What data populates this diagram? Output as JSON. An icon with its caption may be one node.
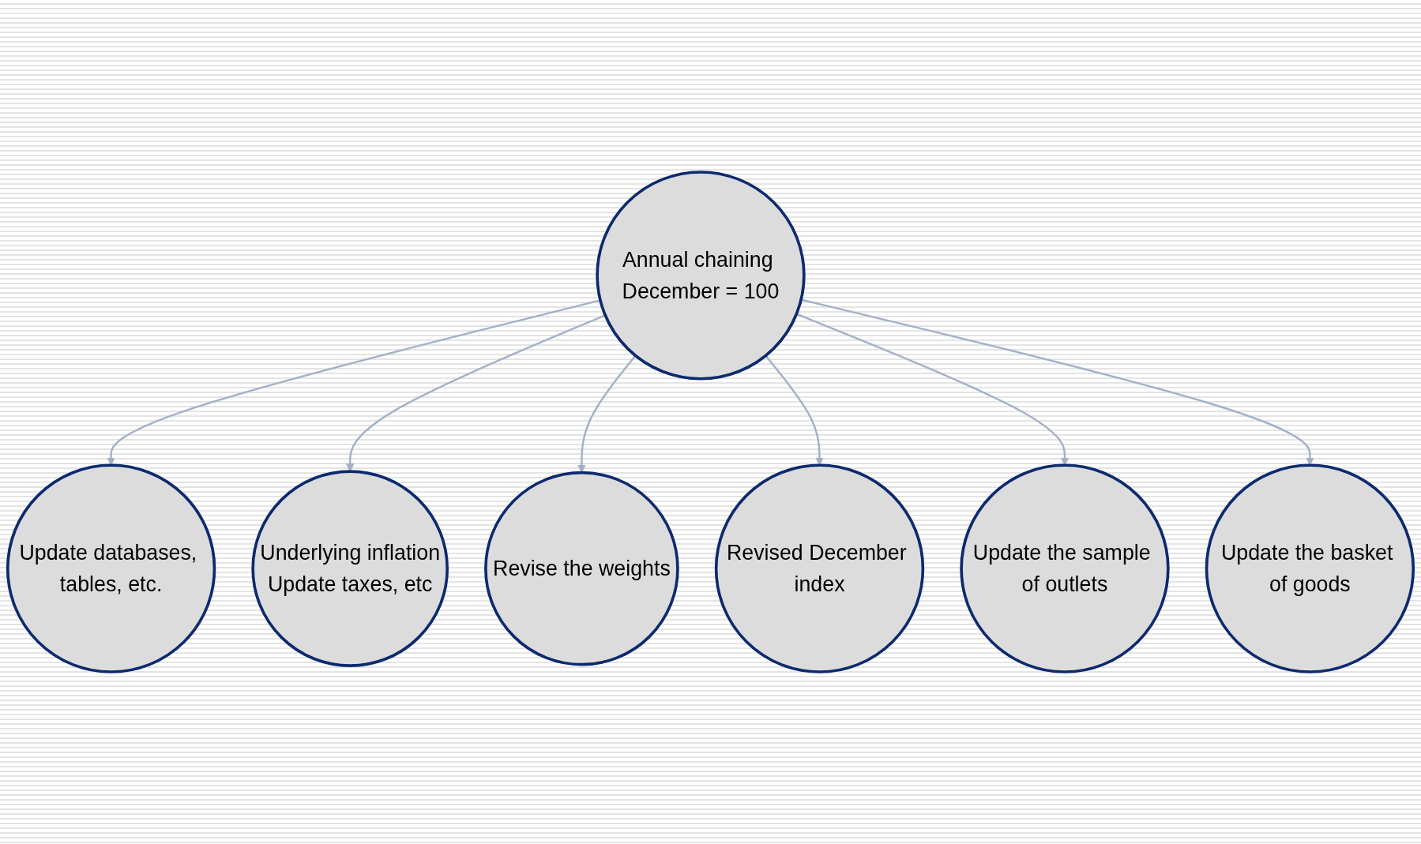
{
  "diagram": {
    "nodes": [
      {
        "text": [
          "Update databases, tables, etc."
        ]
      },
      {
        "text": [
          "Underlying inflation",
          "Update taxes, etc"
        ]
      },
      {
        "text": [
          "Annual chaining December = 100"
        ]
      },
      {
        "text": [
          "Revise the weights"
        ]
      },
      {
        "text": [
          "Revised December index"
        ]
      },
      {
        "text": [
          "Update the sample of outlets"
        ]
      },
      {
        "text": [
          "Update the basket of goods"
        ]
      }
    ],
    "edges": [
      {
        "from": 2,
        "to": 0,
        "arrow": "to"
      },
      {
        "from": 2,
        "to": 1,
        "arrow": "to"
      },
      {
        "from": 2,
        "to": 3,
        "arrow": "to"
      },
      {
        "from": 2,
        "to": 4,
        "arrow": "to"
      },
      {
        "from": 2,
        "to": 5,
        "arrow": "to"
      },
      {
        "from": 2,
        "to": 6,
        "arrow": "to"
      }
    ]
  }
}
